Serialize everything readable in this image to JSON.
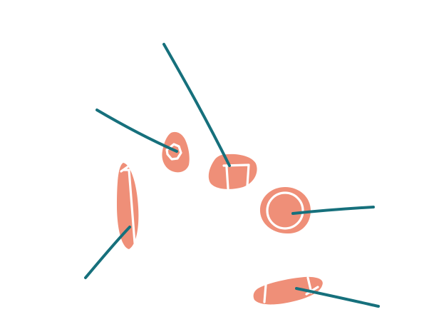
{
  "diagram": {
    "background_color": "#ffffff",
    "shape_color": "#ef8f78",
    "mark_color": "#ffffff",
    "pointer_color": "#16707c",
    "shapes": [
      {
        "name": "leaf-shape",
        "icon": "leaf-icon"
      },
      {
        "name": "heart-shape",
        "icon": "heart-icon"
      },
      {
        "name": "bean-shape",
        "icon": "bean-icon"
      },
      {
        "name": "round-shape",
        "icon": "circle-icon"
      },
      {
        "name": "oval-shape",
        "icon": "oval-icon"
      }
    ],
    "pointer_lines": 5,
    "labels": []
  }
}
